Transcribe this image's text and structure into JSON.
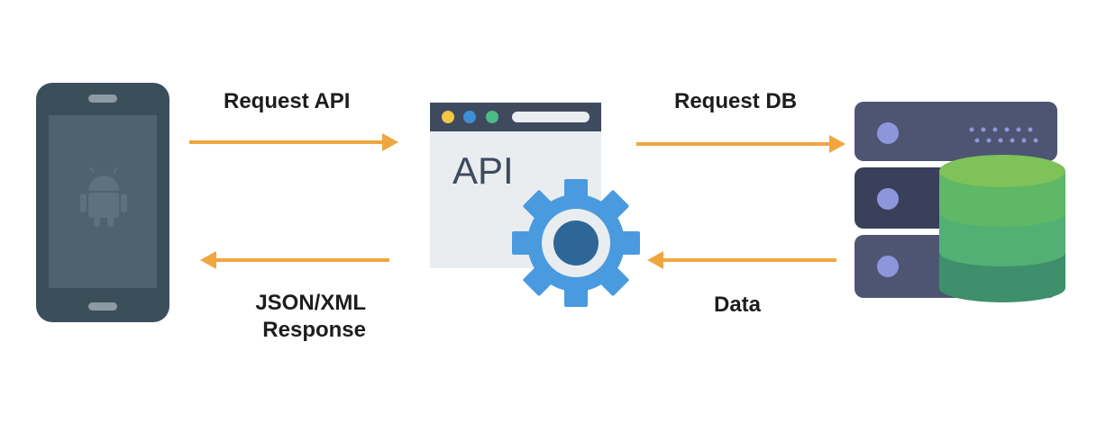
{
  "labels": {
    "request_api": "Request API",
    "request_db": "Request DB",
    "response_line1": "JSON/XML",
    "response_line2": "Response",
    "data": "Data"
  },
  "api_window": {
    "title": "API"
  },
  "colors": {
    "arrow": "#F0A640",
    "phone_body": "#3B4F5B",
    "phone_screen": "#4E636F",
    "window_bar": "#3F4A5E",
    "window_body": "#E9EDF0",
    "gear": "#4A9ADF",
    "gear_core": "#2E6797",
    "server": "#4D5573",
    "server_dark": "#3A4059",
    "server_dot": "#8C97DB",
    "db_top": "#7FC25A",
    "db_mid": "#53B075",
    "db_bottom": "#3E8F6C"
  },
  "icons": [
    "phone-icon",
    "android-icon",
    "api-window-icon",
    "gear-icon",
    "server-icon",
    "database-icon"
  ]
}
